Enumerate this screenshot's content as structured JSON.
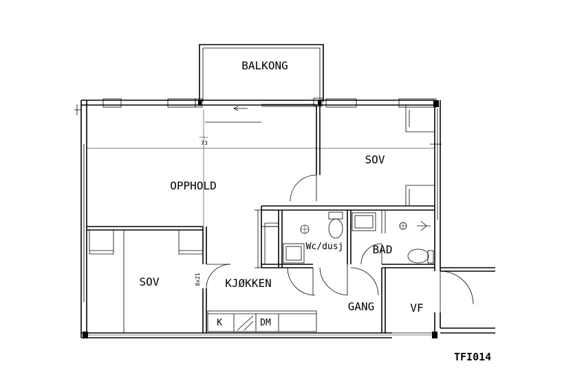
{
  "labels": {
    "balcony": "BALKONG",
    "living": "OPPHOLD",
    "bedroom_right": "SOV",
    "bedroom_left": "SOV",
    "kitchen": "KJØKKEN",
    "wc_shower": "Wc/dusj",
    "bathroom": "BAD",
    "hallway": "GANG",
    "vestibule": "VF"
  },
  "dimensions": {
    "ceiling_mark": "73",
    "door_mark": "8x21"
  },
  "kitchen_markings": {
    "k": "K",
    "dm": "DM"
  },
  "drawing_code": "TFI014"
}
